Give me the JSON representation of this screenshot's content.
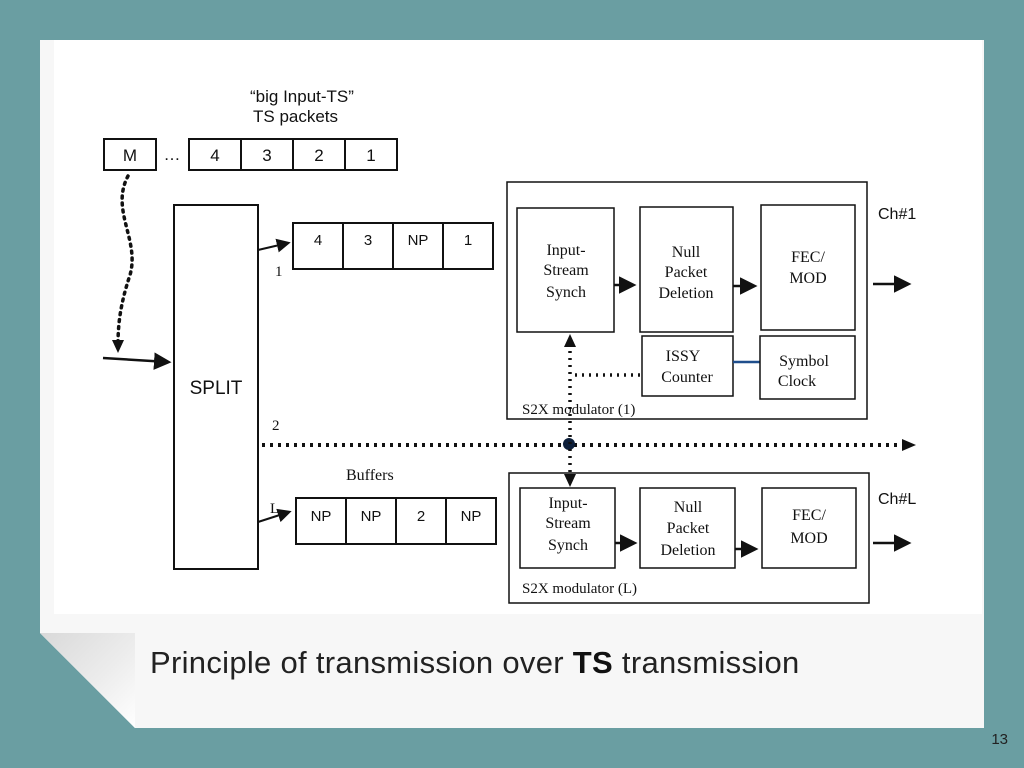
{
  "slide": {
    "title_faded": "",
    "caption_prefix": "Principle of transmission over ",
    "caption_bold": "TS",
    "caption_suffix": " transmission",
    "page_number": "13"
  },
  "diagram": {
    "input_label_line1": "“big Input-TS”",
    "input_label_line2": "TS packets",
    "input_packets": [
      "M",
      "…",
      "4",
      "3",
      "2",
      "1"
    ],
    "split_label": "SPLIT",
    "output1_index": "1",
    "output1_packets": [
      "4",
      "3",
      "NP",
      "1"
    ],
    "output2_index": "2",
    "outputL_index": "L",
    "buffers_label": "Buffers",
    "outputL_packets": [
      "NP",
      "NP",
      "2",
      "NP"
    ],
    "modulator1": {
      "issync_line1": "Input-",
      "issync_line2": "Stream",
      "issync_line3": "Synch",
      "npd_line1": "Null",
      "npd_line2": "Packet",
      "npd_line3": "Deletion",
      "fec_line1": "FEC/",
      "fec_line2": "MOD",
      "issy_line1": "ISSY",
      "issy_line2": "Counter",
      "clock_line1": "Symbol",
      "clock_line2": "Clock",
      "label": "S2X modulator (1)",
      "channel": "Ch#1"
    },
    "modulatorL": {
      "issync_line1": "Input-",
      "issync_line2": "Stream",
      "issync_line3": "Synch",
      "npd_line1": "Null",
      "npd_line2": "Packet",
      "npd_line3": "Deletion",
      "fec_line1": "FEC/",
      "fec_line2": "MOD",
      "label": "S2X modulator (L)",
      "channel": "Ch#L"
    }
  }
}
